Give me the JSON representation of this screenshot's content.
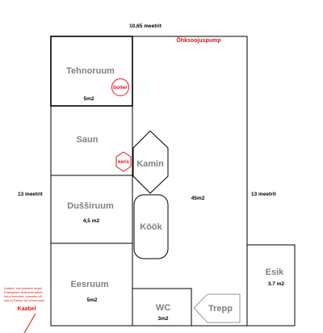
{
  "dimensions": {
    "top": "10,65 meetrit",
    "left": "13 meetrit",
    "right": "13 meetrit"
  },
  "heat_pump": "Õhksoojuspump",
  "rooms": {
    "tehnoruum": {
      "name": "Tehnoruum",
      "area": "5m2"
    },
    "saun": {
      "name": "Saun"
    },
    "dussiruum": {
      "name": "Dušširuum",
      "area": "4,5 m2"
    },
    "eesruum": {
      "name": "Eesruum",
      "area": "5m2"
    },
    "wc": {
      "name": "WC",
      "area": "3m2"
    },
    "esik": {
      "name": "Esik",
      "area": "3.7 m2"
    },
    "main_area": "45m2",
    "kamin": "Kamin",
    "kook": "Köök",
    "trepp": "Trepp"
  },
  "equipment": {
    "boiler": "boiler",
    "keris": "keris"
  },
  "cable": {
    "note_lines": [
      "Kaabel, mis jookseb mujal",
      "Praeguses olukorras palub",
      "tulud kerroost, kuisaine või",
      "olla et Esikar või tehnoruumi"
    ],
    "label": "Kaabel"
  },
  "colors": {
    "accent_red": "#e0141e",
    "room_label_gray": "#808080",
    "wall": "#000000"
  }
}
